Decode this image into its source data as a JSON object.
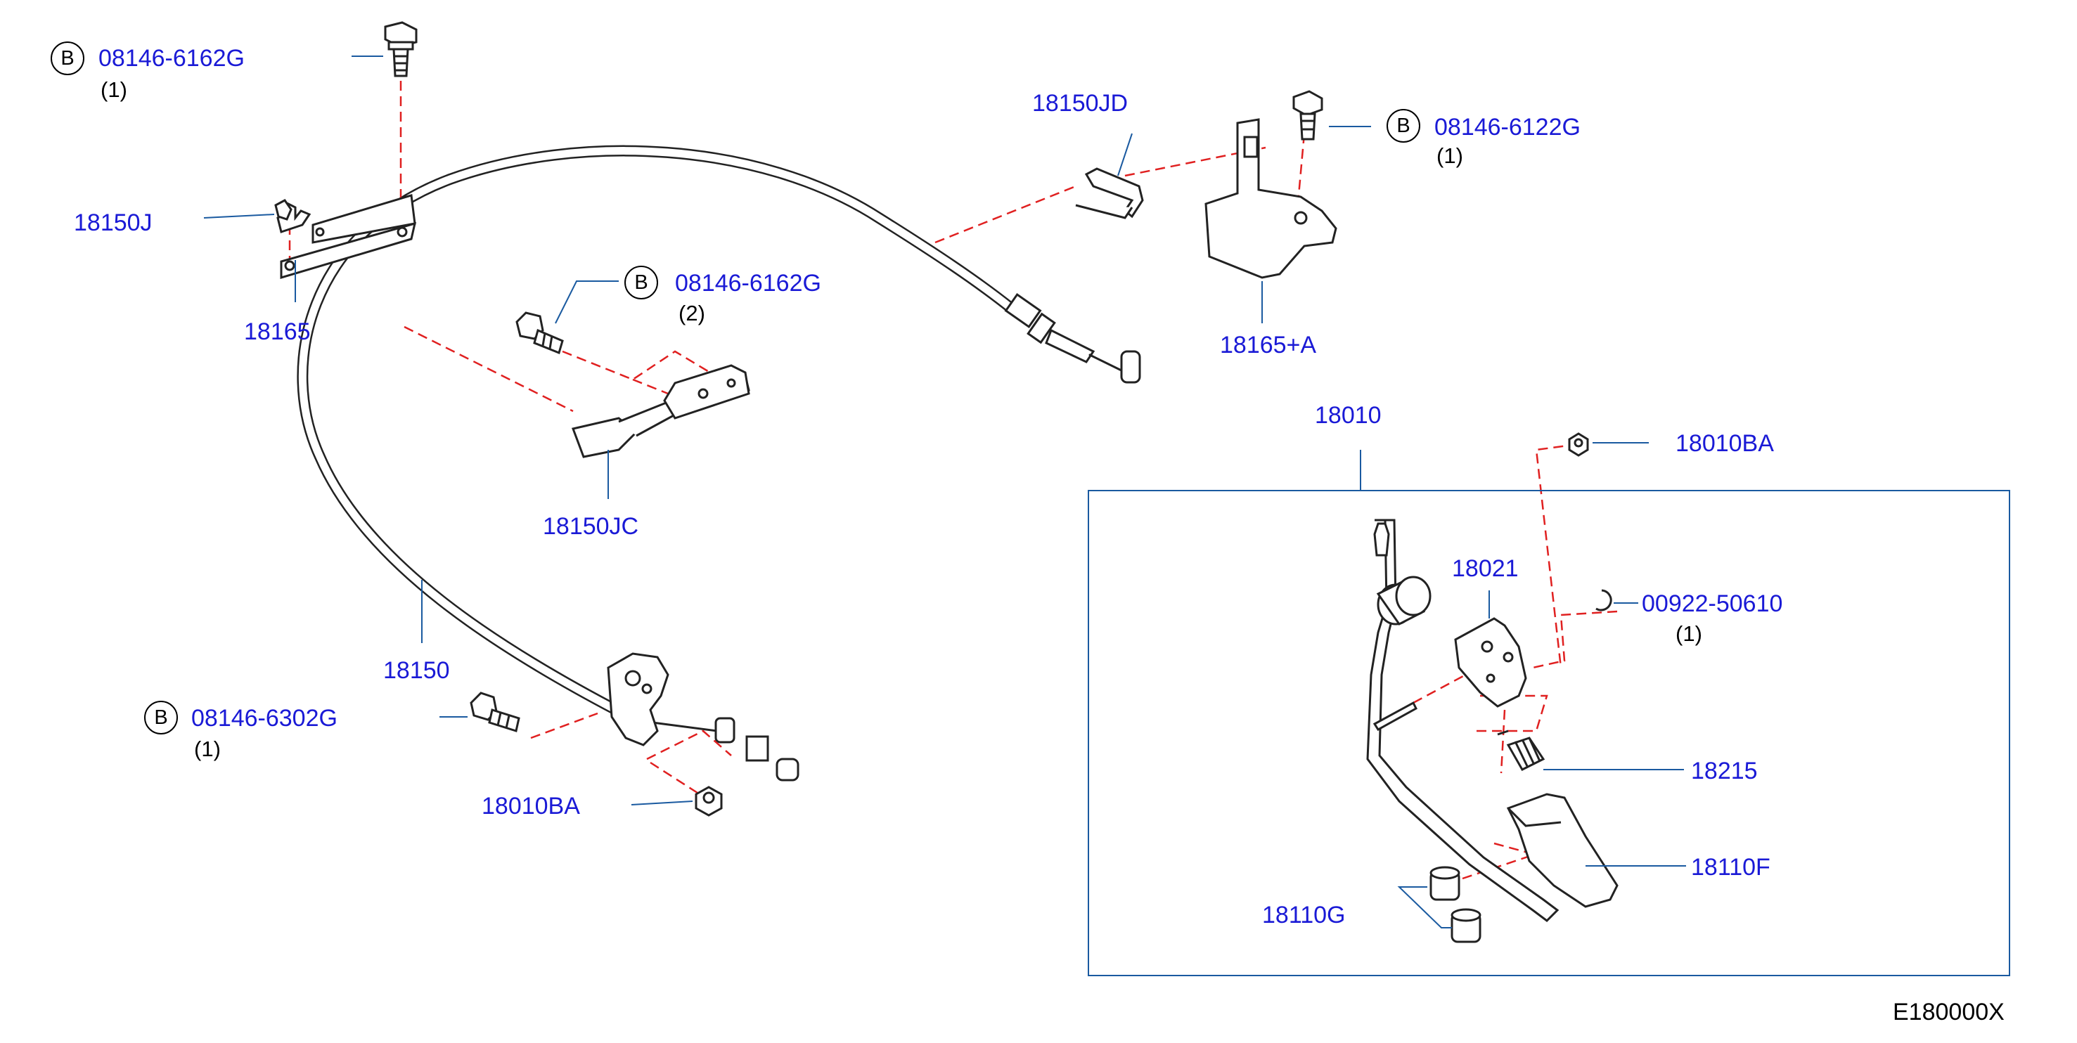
{
  "colors": {
    "part_label": "#1a1ad6",
    "leader": "#1a5aa0",
    "dashed_guide": "#e02020",
    "outline": "#222222"
  },
  "figure_id": "E180000X",
  "bolt_marker": "B",
  "labels": {
    "bolt_top_left": {
      "part": "08146-6162G",
      "qty": "(1)"
    },
    "clip_18150j": "18150J",
    "bracket_18165": "18165",
    "bolt_mid": {
      "part": "08146-6162G",
      "qty": "(2)"
    },
    "bracket_18150jc": "18150JC",
    "cable_18150": "18150",
    "bolt_bottom_left": {
      "part": "08146-6302G",
      "qty": "(1)"
    },
    "nut_18010ba_left": "18010BA",
    "clip_18150jd": "18150JD",
    "bolt_top_right": {
      "part": "08146-6122G",
      "qty": "(1)"
    },
    "bracket_18165a": "18165+A",
    "assembly_18010": "18010",
    "nut_18010ba_right": "18010BA",
    "lever_18021": "18021",
    "ring_00922": {
      "part": "00922-50610",
      "qty": "(1)"
    },
    "spring_18215": "18215",
    "pad_18110f": "18110F",
    "bushing_18110g": "18110G"
  }
}
